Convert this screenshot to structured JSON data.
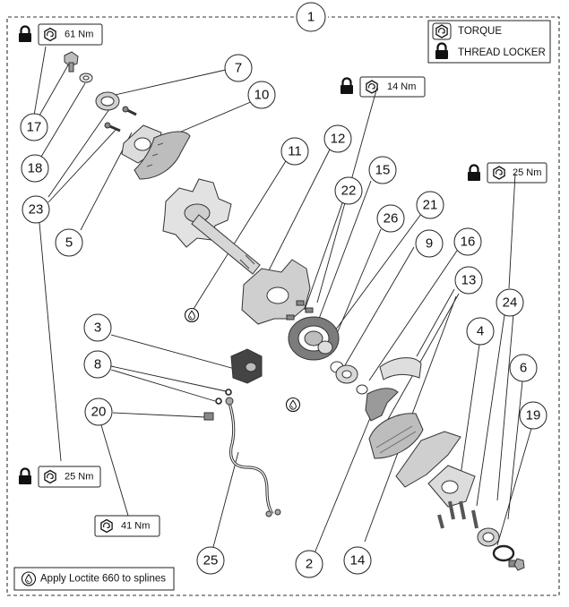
{
  "legend": {
    "torque_label": "TORQUE",
    "thread_locker_label": "THREAD LOCKER",
    "loctite_note": "Apply Loctite 660 to splines"
  },
  "torque_values": {
    "t61": "61 Nm",
    "t14": "14 Nm",
    "t25_right": "25 Nm",
    "t25_left": "25 Nm",
    "t41": "41 Nm"
  },
  "callouts": {
    "c1": "1",
    "c2": "2",
    "c3": "3",
    "c4": "4",
    "c5": "5",
    "c6": "6",
    "c7": "7",
    "c8": "8",
    "c9": "9",
    "c10": "10",
    "c11": "11",
    "c12": "12",
    "c13": "13",
    "c14": "14",
    "c15": "15",
    "c16": "16",
    "c17": "17",
    "c18": "18",
    "c19": "19",
    "c20": "20",
    "c21": "21",
    "c22": "22",
    "c23": "23",
    "c24": "24",
    "c25": "25",
    "c26": "26"
  },
  "colors": {
    "line": "#222222",
    "part_fill": "#e6e6e6",
    "part_dark": "#9a9a9a",
    "frame_dash": "#333333"
  },
  "icons": [
    "lock-icon",
    "torque-icon",
    "loctite-drop-icon"
  ]
}
